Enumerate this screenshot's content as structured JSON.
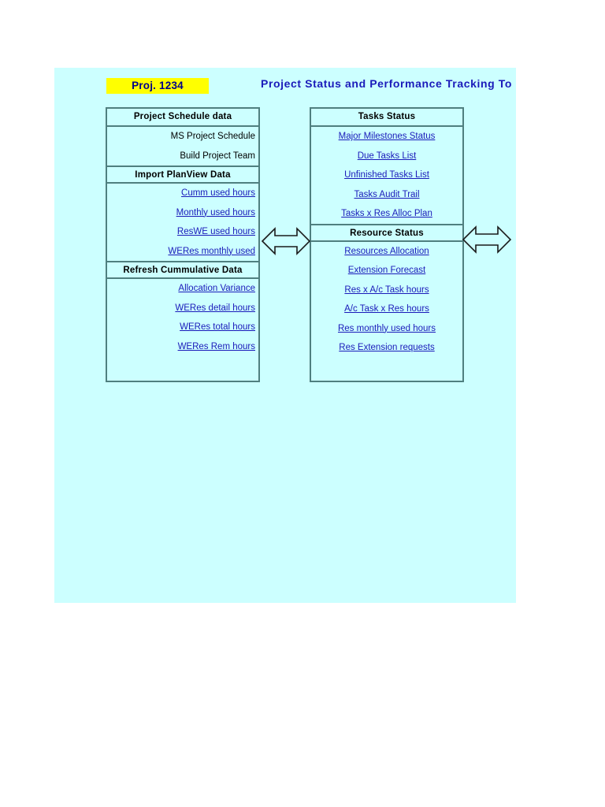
{
  "header": {
    "project_badge": "Proj. 1234",
    "title": "Project Status and Performance Tracking To",
    "badge_bg": "#ffff00",
    "badge_text_color": "#00008b",
    "title_color": "#1a1aba"
  },
  "colors": {
    "page_background": "#ccffff",
    "panel_border": "#4f7f7f",
    "link": "#1a1aba",
    "text": "#000000"
  },
  "left_panel": {
    "sections": [
      {
        "header": "Project Schedule data",
        "align": "right",
        "items": [
          {
            "label": "MS Project Schedule",
            "link": false
          },
          {
            "label": "Build Project Team",
            "link": false
          }
        ]
      },
      {
        "header": "Import PlanView Data",
        "align": "right",
        "items": [
          {
            "label": "Cumm used hours",
            "link": true
          },
          {
            "label": "Monthly used hours",
            "link": true
          },
          {
            "label": "ResWE used hours",
            "link": true
          },
          {
            "label": "WERes monthly used",
            "link": true
          }
        ]
      },
      {
        "header": "Refresh Cummulative Data",
        "align": "right",
        "items": [
          {
            "label": "Allocation Variance",
            "link": true
          },
          {
            "label": "WERes detail hours",
            "link": true
          },
          {
            "label": "WERes total hours",
            "link": true
          },
          {
            "label": "WERes Rem hours",
            "link": true
          }
        ]
      }
    ]
  },
  "right_panel": {
    "sections": [
      {
        "header": "Tasks Status",
        "align": "center",
        "items": [
          {
            "label": "Major Milestones Status",
            "link": true
          },
          {
            "label": "Due Tasks List",
            "link": true
          },
          {
            "label": "Unfinished Tasks List",
            "link": true
          },
          {
            "label": "Tasks Audit Trail",
            "link": true
          },
          {
            "label": "Tasks x Res Alloc Plan",
            "link": true
          }
        ]
      },
      {
        "header": "Resource Status",
        "align": "center",
        "items": [
          {
            "label": "Resources Allocation",
            "link": true
          },
          {
            "label": "Extension Forecast",
            "link": true
          },
          {
            "label": "Res x A/c Task hours",
            "link": true
          },
          {
            "label": "A/c Task x Res hours",
            "link": true
          },
          {
            "label": "Res monthly used hours",
            "link": true
          },
          {
            "label": "Res Extension requests",
            "link": true
          }
        ]
      }
    ]
  },
  "arrows": [
    {
      "name": "double-arrow-between-panels"
    },
    {
      "name": "double-arrow-right-edge"
    }
  ]
}
